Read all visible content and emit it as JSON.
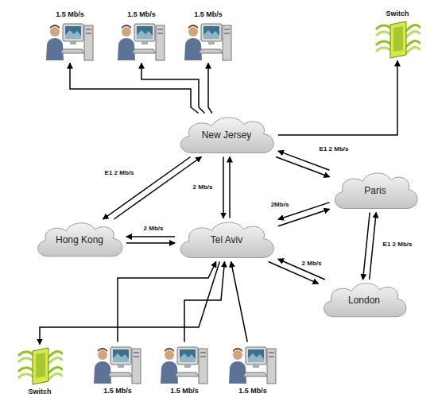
{
  "diagram": {
    "nodes": [
      {
        "text": [
          "1.5 Mb/s"
        ]
      },
      {
        "text": [
          "1.5 Mb/s"
        ]
      },
      {
        "text": [
          "1.5 Mb/s"
        ]
      },
      {
        "text": [
          "Switch"
        ]
      },
      {
        "text": [
          "New Jersey"
        ]
      },
      {
        "text": [
          "Paris"
        ]
      },
      {
        "text": [
          "Hong Kong"
        ]
      },
      {
        "text": [
          "Tel Aviv"
        ]
      },
      {
        "text": [
          "London"
        ]
      },
      {
        "text": [
          "Switch"
        ]
      },
      {
        "text": [
          "1.5 Mb/s"
        ]
      },
      {
        "text": [
          "1.5 Mb/s"
        ]
      },
      {
        "text": [
          "1.5 Mb/s"
        ]
      }
    ],
    "edges": [
      {
        "from": 4,
        "to": 0,
        "arrow": "to"
      },
      {
        "from": 4,
        "to": 1,
        "arrow": "to"
      },
      {
        "from": 4,
        "to": 2,
        "arrow": "to"
      },
      {
        "from": 4,
        "to": 3,
        "arrow": "to"
      },
      {
        "from": 4,
        "to": 6,
        "label": "E1 2 Mb/s",
        "arrow": "to"
      },
      {
        "from": 6,
        "to": 4,
        "arrow": "to"
      },
      {
        "from": 4,
        "to": 7,
        "label": "2 Mb/s",
        "arrow": "to"
      },
      {
        "from": 7,
        "to": 4,
        "arrow": "to"
      },
      {
        "from": 4,
        "to": 5,
        "label": "E1 2 Mb/s",
        "arrow": "to"
      },
      {
        "from": 5,
        "to": 4,
        "arrow": "to"
      },
      {
        "from": 6,
        "to": 7,
        "label": "2 Mb/s",
        "arrow": "to"
      },
      {
        "from": 7,
        "to": 6,
        "arrow": "to"
      },
      {
        "from": 7,
        "to": 5,
        "label": "2Mb/s",
        "arrow": "to"
      },
      {
        "from": 5,
        "to": 7,
        "arrow": "to"
      },
      {
        "from": 7,
        "to": 8,
        "label": "2 Mb/s",
        "arrow": "to"
      },
      {
        "from": 8,
        "to": 7,
        "arrow": "to"
      },
      {
        "from": 5,
        "to": 8,
        "label": "E1 2 Mb/s",
        "arrow": "to"
      },
      {
        "from": 8,
        "to": 5,
        "arrow": "to"
      },
      {
        "from": 7,
        "to": 9,
        "arrow": "to"
      },
      {
        "from": 10,
        "to": 7,
        "arrow": "to"
      },
      {
        "from": 11,
        "to": 7,
        "arrow": "to"
      },
      {
        "from": 12,
        "to": 7,
        "arrow": "to"
      }
    ]
  }
}
